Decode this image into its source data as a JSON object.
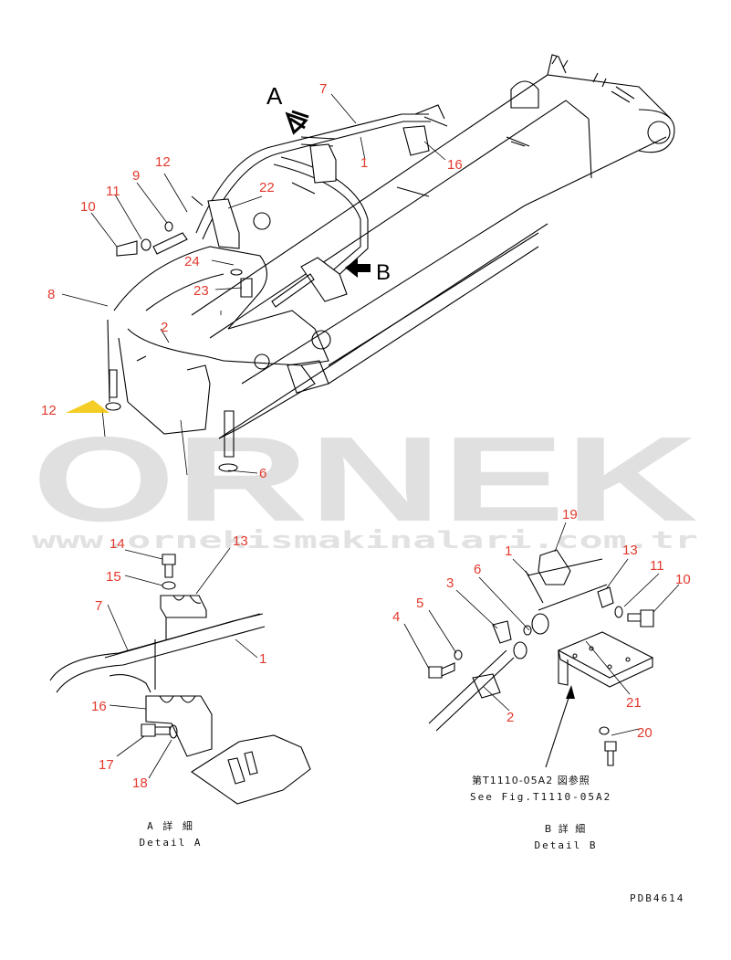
{
  "watermark": {
    "logo": "ORNEK",
    "url": "www.ornekismakinalari.com.tr"
  },
  "main_callouts": [
    "7",
    "1",
    "16",
    "22",
    "12",
    "9",
    "11",
    "10",
    "24",
    "23",
    "8",
    "2",
    "12",
    "6"
  ],
  "detail_a_callouts": [
    "14",
    "13",
    "15",
    "7",
    "1",
    "16",
    "17",
    "18"
  ],
  "detail_b_callouts": [
    "19",
    "1",
    "13",
    "11",
    "10",
    "6",
    "3",
    "5",
    "4",
    "2",
    "21",
    "20"
  ],
  "arrows": {
    "a": "A",
    "b": "B"
  },
  "reference": {
    "jp": "第T1110-05A2 図参照",
    "en": "See Fig.T1110-05A2"
  },
  "detail_a": {
    "jp": "A 詳 細",
    "en": "Detail A"
  },
  "detail_b": {
    "jp": "B 詳 細",
    "en": "Detail B"
  },
  "drawing_code": "PDB4614",
  "colors": {
    "callout": "#e23a2e",
    "line": "#000000",
    "watermark": "#e0e0e0",
    "marker": "#f2c400"
  }
}
